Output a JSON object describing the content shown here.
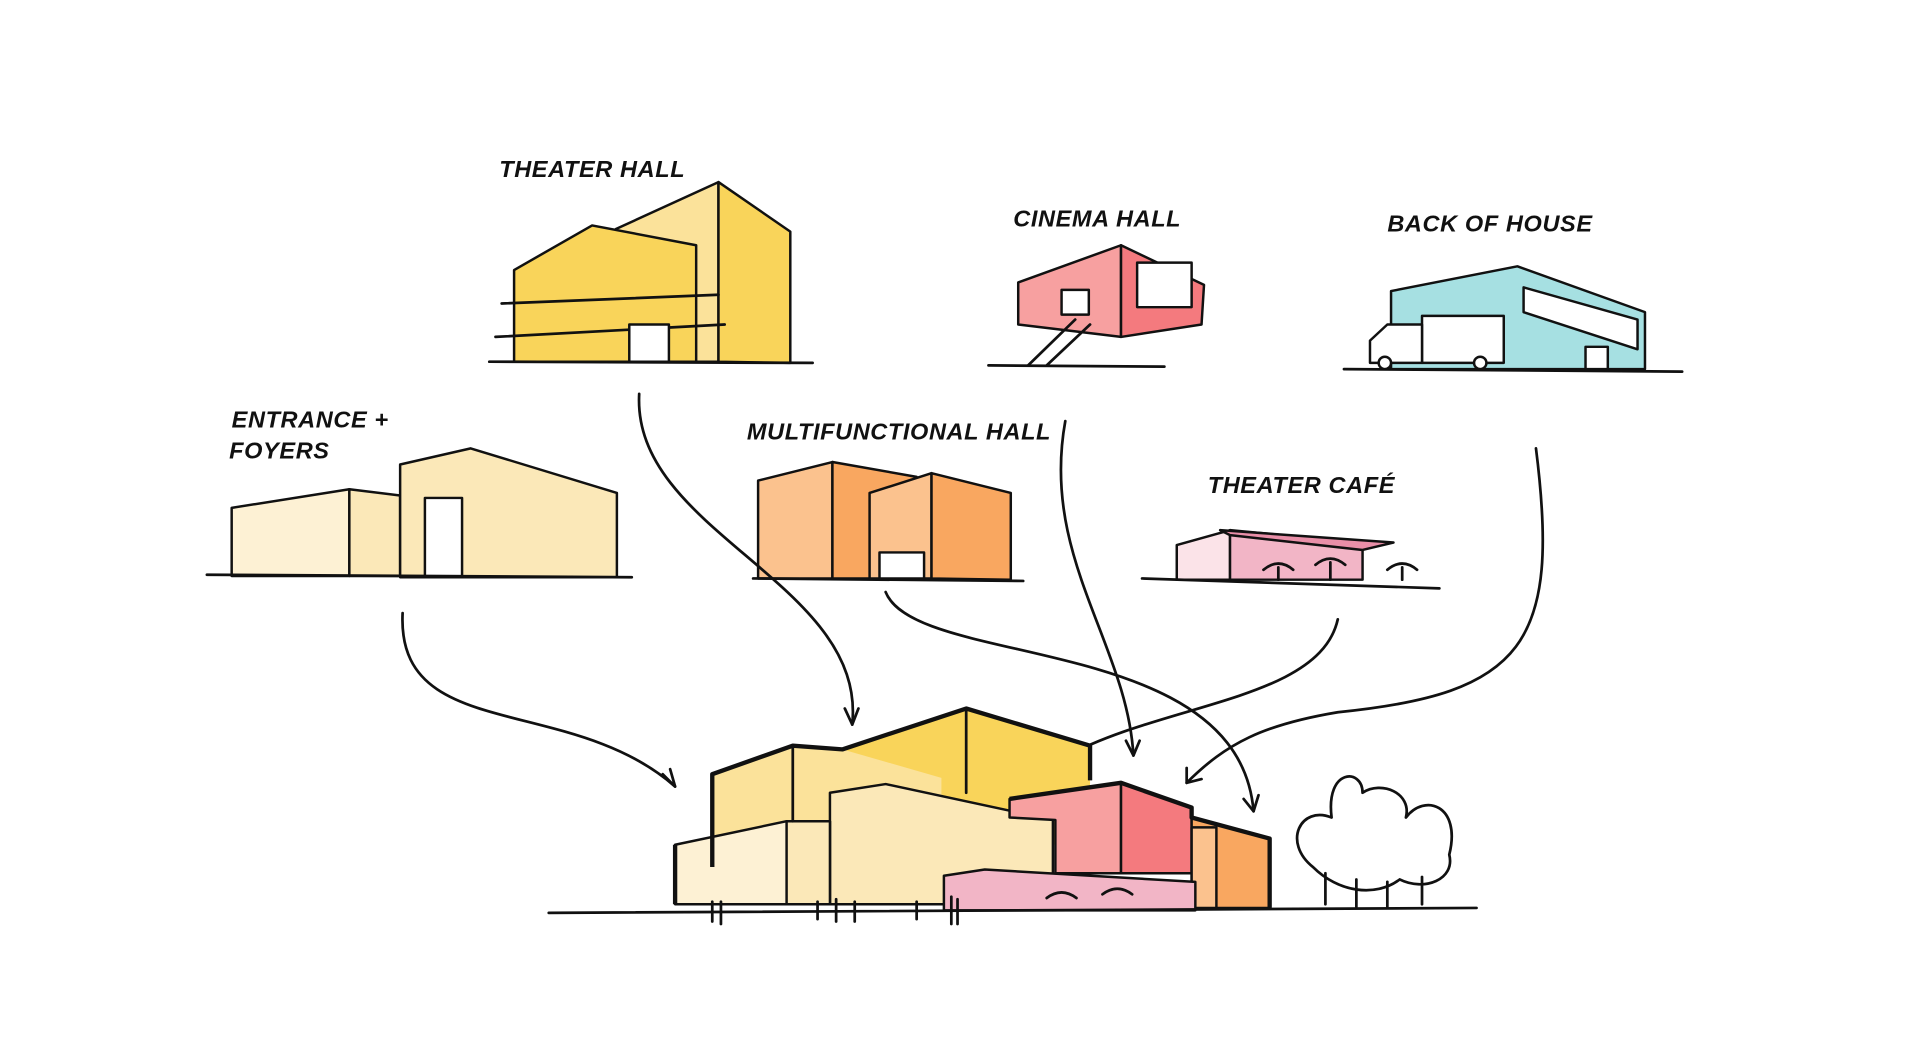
{
  "labels": {
    "theater_hall": "THEATER HALL",
    "cinema_hall": "CINEMA HALL",
    "back_of_house": "BACK OF HOUSE",
    "entrance_line1": "ENTRANCE +",
    "entrance_line2": "FOYERS",
    "multifunctional_hall": "MULTIFUNCTIONAL HALL",
    "theater_cafe": "THEATER CAFÉ"
  },
  "colors": {
    "theater": "#f9d45a",
    "theater_light": "#fbe29a",
    "cinema": "#f47a7e",
    "cinema_light": "#f7a0a0",
    "back_of_house": "#a6e0e2",
    "entrance": "#fbe8b8",
    "entrance_light": "#fdf1d4",
    "multifunctional": "#f9a760",
    "multifunctional_light": "#fbc28e",
    "cafe": "#f2b5c6",
    "cafe_light": "#fbe3e8"
  }
}
